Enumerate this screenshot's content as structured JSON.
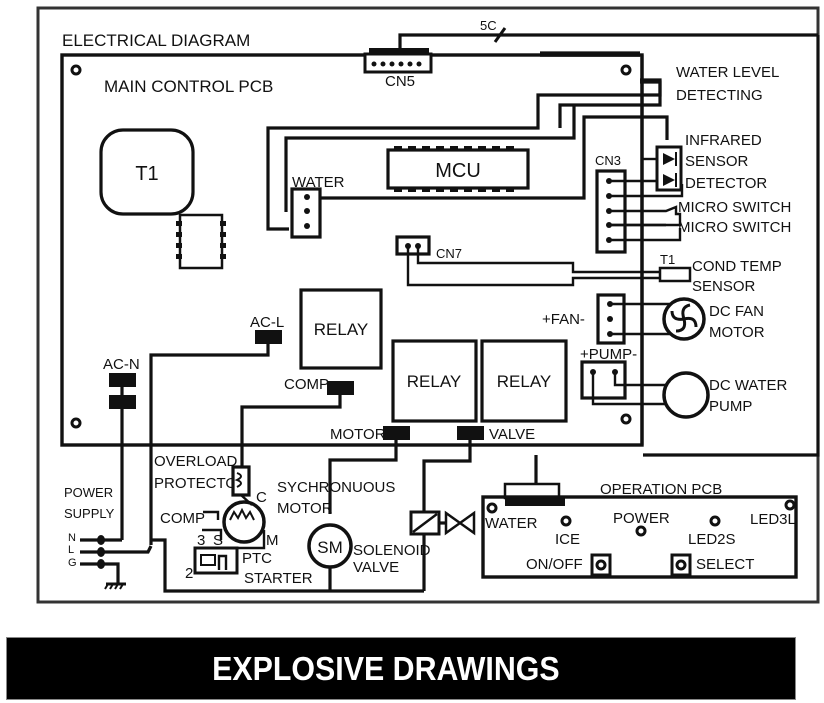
{
  "diagram": {
    "title": "ELECTRICAL DIAGRAM",
    "main_pcb": {
      "label": "MAIN CONTROL PCB",
      "transformer": "T1",
      "mcu": "MCU",
      "connectors": {
        "cn5": "CN5",
        "cn3": "CN3",
        "cn7": "CN7",
        "water": "WATER",
        "fan": "+FAN-",
        "pump": "+PUMP-"
      },
      "terminals": {
        "ac_l": "AC-L",
        "ac_n": "AC-N",
        "comp": "COMP",
        "motor": "MOTOR",
        "valve": "VALVE"
      },
      "relays": [
        "RELAY",
        "RELAY",
        "RELAY"
      ]
    },
    "cable_marker": "5C",
    "external_components": {
      "water_level": [
        "WATER  LEVEL",
        "DETECTING"
      ],
      "infrared": [
        "INFRARED",
        "SENSOR",
        "DETECTOR"
      ],
      "micro_switch_1": "MICRO  SWITCH",
      "micro_switch_2": "MICRO  SWITCH",
      "cond_temp": {
        "tag": "T1",
        "lines": [
          "COND TEMP",
          "SENSOR"
        ]
      },
      "dc_fan": [
        "DC FAN",
        "MOTOR"
      ],
      "dc_pump": [
        "DC WATER",
        "PUMP"
      ],
      "overload": [
        "OVERLOAD",
        "PROTECTOR"
      ],
      "compressor": {
        "label": "COMP",
        "c": "C",
        "s": "S",
        "m": "M",
        "pin3": "3",
        "pin2": "2"
      },
      "ptc": [
        "PTC",
        "STARTER"
      ],
      "sync_motor": {
        "lines": [
          "SYCHRONUOUS",
          "MOTOR"
        ],
        "symbol": "SM"
      },
      "solenoid": [
        "SOLENOID",
        "VALVE"
      ],
      "power_supply": {
        "lines": [
          "POWER",
          "SUPPLY"
        ],
        "n": "N",
        "l": "L",
        "g": "G"
      }
    },
    "operation_pcb": {
      "label": "OPERATION  PCB",
      "leds": [
        "WATER",
        "ICE",
        "POWER",
        "LED2S",
        "LED3L"
      ],
      "buttons": [
        "ON/OFF",
        "SELECT"
      ]
    }
  },
  "banner": {
    "text": "EXPLOSIVE DRAWINGS",
    "background": "#000000",
    "color": "#ffffff"
  }
}
